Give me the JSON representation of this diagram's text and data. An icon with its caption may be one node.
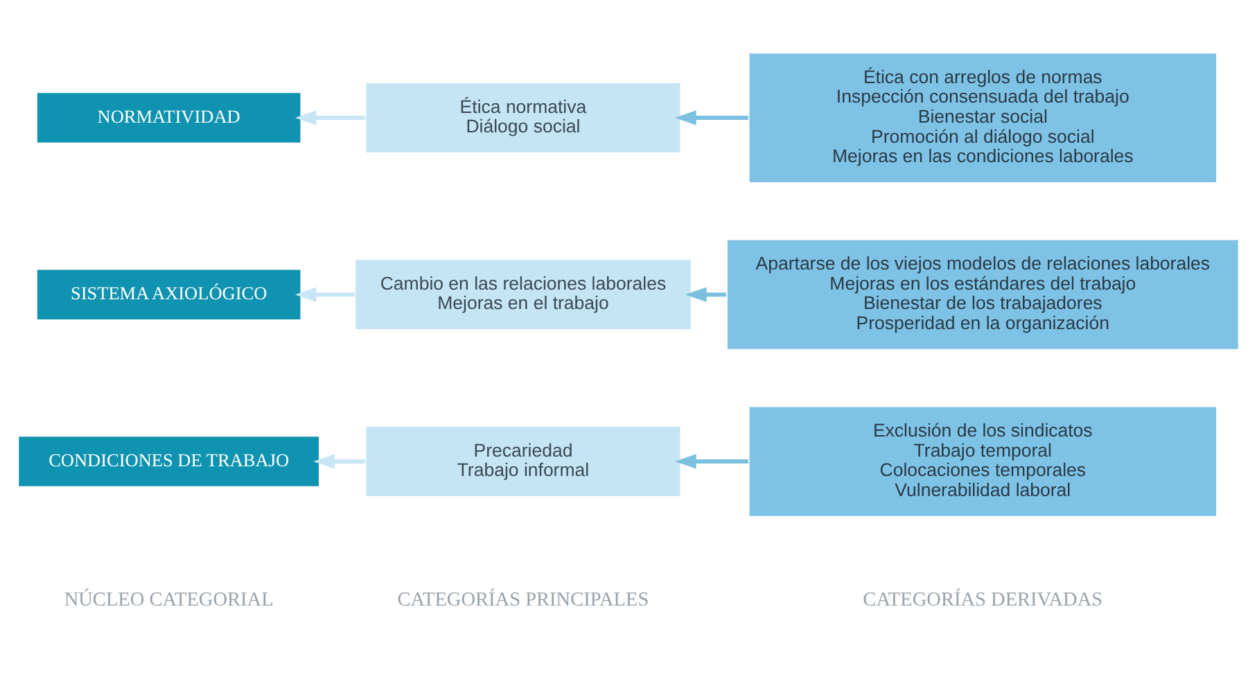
{
  "diagram": {
    "nodes": [
      {
        "text": [
          "CONDICIONES DE TRABAJO"
        ]
      },
      {
        "text": [
          "Precariedad",
          "Trabajo informal"
        ]
      },
      {
        "text": [
          "Exclusión de los sindicatos",
          "Trabajo temporal",
          "Colocaciones temporales",
          "Vulnerabilidad laboral"
        ]
      },
      {
        "text": [
          "SISTEMA AXIOLÓGICO"
        ]
      },
      {
        "text": [
          "Cambio en las relaciones laborales",
          "Mejoras en el trabajo"
        ]
      },
      {
        "text": [
          "Apartarse de los viejos modelos de relaciones laborales",
          "Mejoras en los estándares del trabajo",
          "Bienestar de los trabajadores",
          "Prosperidad en la organización"
        ]
      },
      {
        "text": [
          "NORMATIVIDAD"
        ]
      },
      {
        "text": [
          "Ética normativa",
          "Diálogo social"
        ]
      },
      {
        "text": [
          "Ética con arreglos de normas",
          "Inspección consensuada del trabajo",
          "Bienestar social",
          "Promoción al diálogo social",
          "Mejoras en las condiciones laborales"
        ]
      }
    ],
    "edges": [
      {
        "from": 2,
        "to": 1,
        "arrow": "to",
        "color": "#7cc0e0"
      },
      {
        "from": 1,
        "to": 0,
        "arrow": "to",
        "color": "#c8e6f5"
      },
      {
        "from": 5,
        "to": 4,
        "arrow": "to",
        "color": "#7cc0e0"
      },
      {
        "from": 4,
        "to": 3,
        "arrow": "to",
        "color": "#c8e6f5"
      },
      {
        "from": 8,
        "to": 7,
        "arrow": "to",
        "color": "#7cc0e0"
      },
      {
        "from": 7,
        "to": 6,
        "arrow": "to",
        "color": "#c8e6f5"
      }
    ],
    "labels": [
      "NÚCLEO CATEGORIAL",
      "CATEGORÍAS PRINCIPALES",
      "CATEGORÍAS DERIVADAS"
    ]
  }
}
